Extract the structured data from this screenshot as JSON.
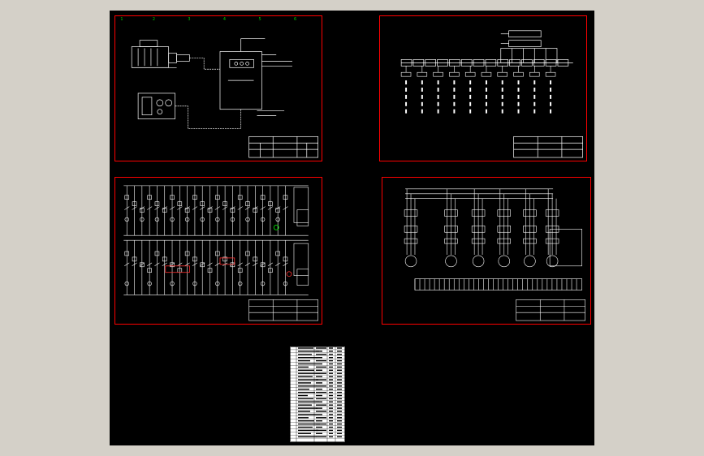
{
  "colors": {
    "background": "#d4d0c8",
    "canvas": "#000000",
    "frame": "#ff0000",
    "zone_marks": "#00cc00",
    "lines": "#ffffff",
    "highlight_red": "#ff3030",
    "highlight_green": "#00ff00"
  },
  "sheet1": {
    "zone_numbers": [
      "1",
      "2",
      "3",
      "4",
      "5",
      "6"
    ],
    "motor_box_label": "",
    "cabinet_label": "",
    "signal_label": ""
  },
  "sheet2": {
    "terminal_labels": [
      "",
      "",
      "",
      "",
      "",
      "",
      "",
      "",
      "",
      ""
    ]
  },
  "sheet3": {},
  "sheet4": {},
  "bom": {}
}
